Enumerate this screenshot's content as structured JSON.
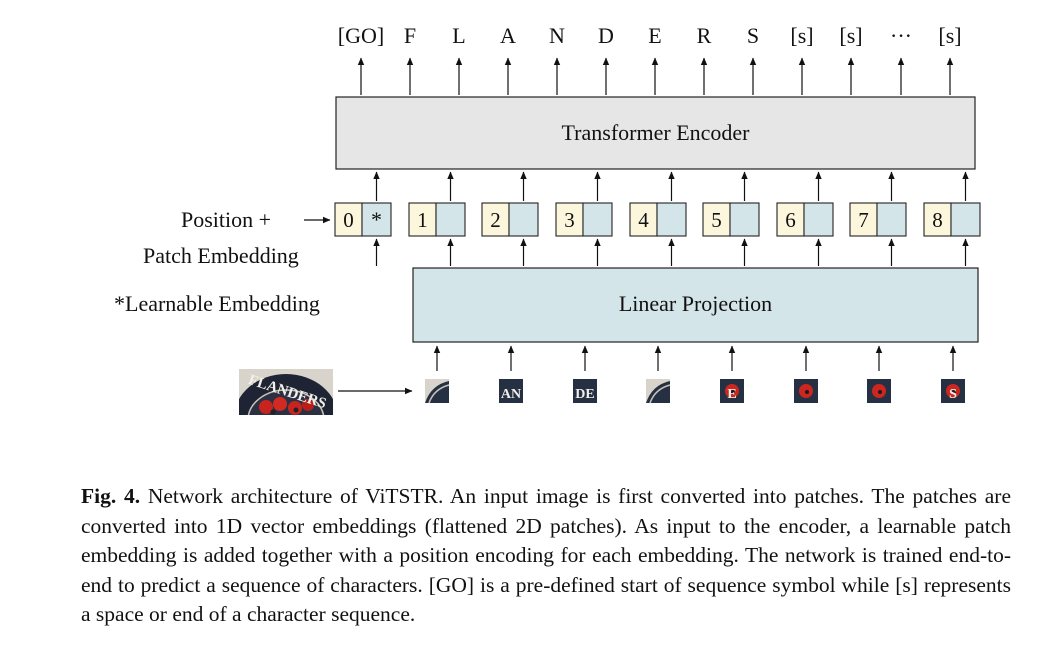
{
  "diagram": {
    "output_tokens": [
      "[GO]",
      "F",
      "L",
      "A",
      "N",
      "D",
      "E",
      "R",
      "S",
      "[s]",
      "[s]",
      "···",
      "[s]"
    ],
    "encoder_label": "Transformer Encoder",
    "projection_label": "Linear Projection",
    "position_numbers": [
      "0",
      "1",
      "2",
      "3",
      "4",
      "5",
      "6",
      "7",
      "8"
    ],
    "learnable_marker": "*",
    "legend": {
      "position": "Position +",
      "patch": "Patch Embedding",
      "learnable": "*Learnable Embedding"
    },
    "colors": {
      "encoder_fill": "#e6e6e6",
      "projection_fill": "#d3e5e8",
      "position_fill": "#fbf6dc",
      "patch_fill": "#d3e5e8"
    },
    "input_image_text": "FLANDERS",
    "patch_glyphs": [
      "",
      "AN",
      "DE",
      "",
      "E",
      "",
      "",
      "S"
    ]
  },
  "caption": {
    "fig_label": "Fig. 4.",
    "text": " Network architecture of ViTSTR. An input image is first converted into patches. The patches are converted into 1D vector embeddings (flattened 2D patches). As input to the encoder, a learnable patch embedding is added together with a position encoding for each embedding. The network is trained end-to-end to predict a sequence of characters. [GO] is a pre-defined start of sequence symbol while [s] represents a space or end of a character sequence."
  }
}
